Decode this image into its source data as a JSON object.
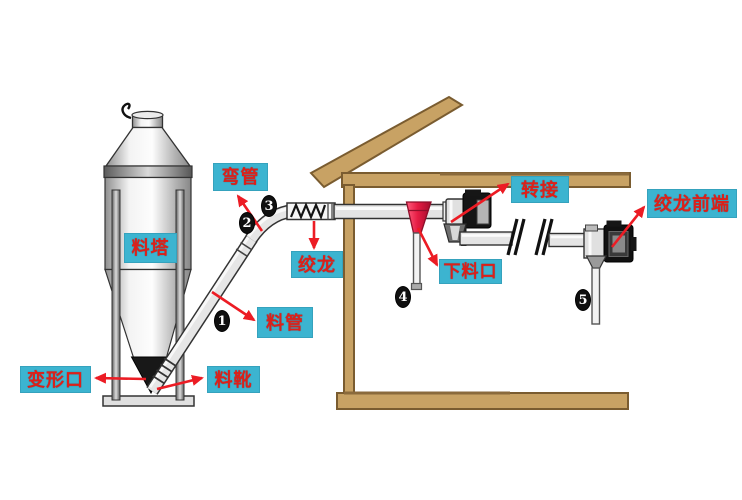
{
  "title": "feed-silo-auger-line-diagram",
  "colors": {
    "label_bg": "#3cb4d0",
    "label_text": "#dd2019",
    "arrow_red": "#ec1c24",
    "wood": "#c8a264",
    "wood_outline": "#7a5c30",
    "discharge_funnel_red": "#e51c44",
    "marker_bg": "#101010"
  },
  "labels": [
    {
      "id": "bend-pipe",
      "text": "弯管"
    },
    {
      "id": "feed-tower",
      "text": "料塔"
    },
    {
      "id": "auger",
      "text": "绞龙"
    },
    {
      "id": "adapter",
      "text": "转接"
    },
    {
      "id": "auger-front-end",
      "text": "绞龙前端"
    },
    {
      "id": "discharge-outlet",
      "text": "下料口"
    },
    {
      "id": "feed-pipe",
      "text": "料管"
    },
    {
      "id": "deform-port",
      "text": "变形口"
    },
    {
      "id": "feed-boot",
      "text": "料靴"
    }
  ],
  "markers": [
    {
      "text": "1"
    },
    {
      "text": "2"
    },
    {
      "text": "3"
    },
    {
      "text": "4"
    },
    {
      "text": "5"
    }
  ]
}
